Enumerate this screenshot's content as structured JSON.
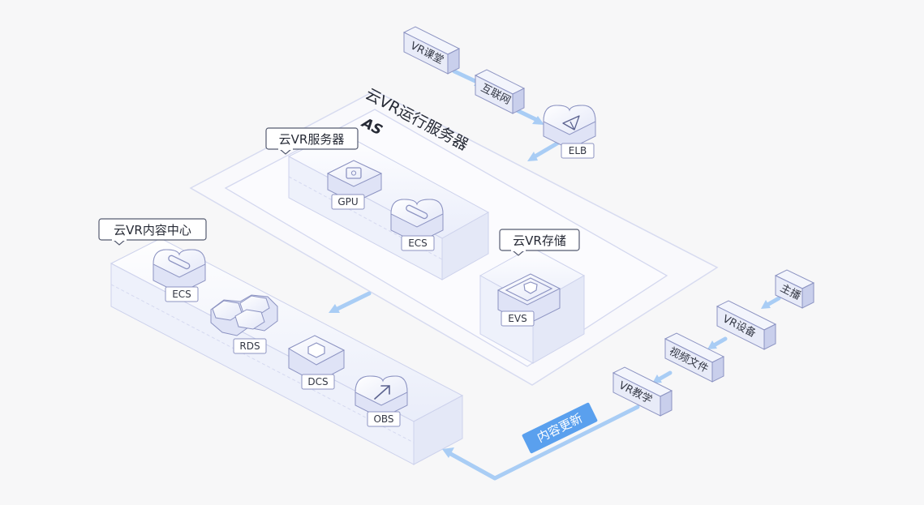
{
  "groups": {
    "run_service": "云VR运行服务器",
    "as": "AS",
    "vr_server": "云VR服务器",
    "vr_storage": "云VR存储",
    "content_center": "云VR内容中心"
  },
  "services": {
    "gpu": "GPU",
    "ecs_server": "ECS",
    "evs": "EVS",
    "ecs_center": "ECS",
    "rds": "RDS",
    "dcs": "DCS",
    "obs": "OBS",
    "elb": "ELB"
  },
  "clients": {
    "vr_class": "VR课堂",
    "internet": "互联网",
    "anchor": "主播",
    "vr_device": "VR设备",
    "video_file": "视频文件",
    "vr_teaching": "VR教学"
  },
  "update_label": "内容更新",
  "colors": {
    "accent": "#5aa0ee",
    "arrow": "#a9cdf5",
    "line": "#c8cdea",
    "tag_border": "#8c93c2",
    "text": "#333744"
  }
}
